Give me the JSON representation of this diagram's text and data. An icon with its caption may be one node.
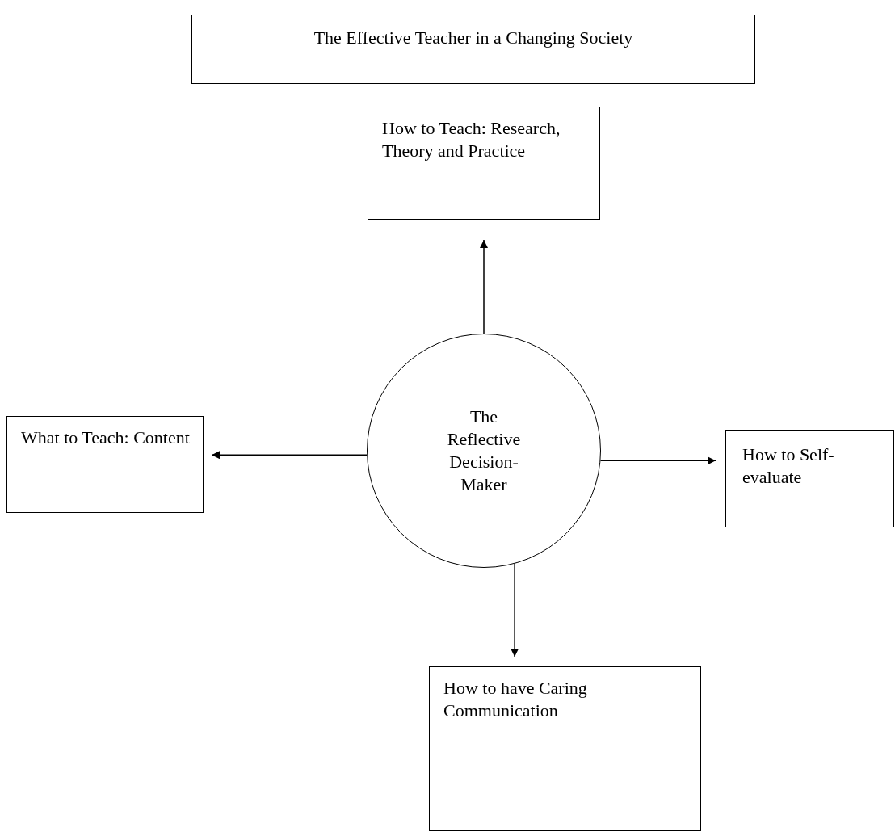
{
  "diagram": {
    "nodes": [
      {
        "text": [
          "The Effective Teacher in a Changing Society"
        ]
      },
      {
        "text": [
          "How to Teach: Research, Theory and Practice"
        ]
      },
      {
        "text": [
          "What to Teach: Content"
        ]
      },
      {
        "text": [
          "The Reflective Decision-Maker"
        ]
      },
      {
        "text": [
          "How to Self-evaluate"
        ]
      },
      {
        "text": [
          "How to have Caring Communication"
        ]
      }
    ],
    "edges": [
      {
        "from": 3,
        "to": 1,
        "arrow": "to"
      },
      {
        "from": 3,
        "to": 2,
        "arrow": "to"
      },
      {
        "from": 3,
        "to": 4,
        "arrow": "to"
      },
      {
        "from": 3,
        "to": 5,
        "arrow": "to"
      }
    ]
  }
}
